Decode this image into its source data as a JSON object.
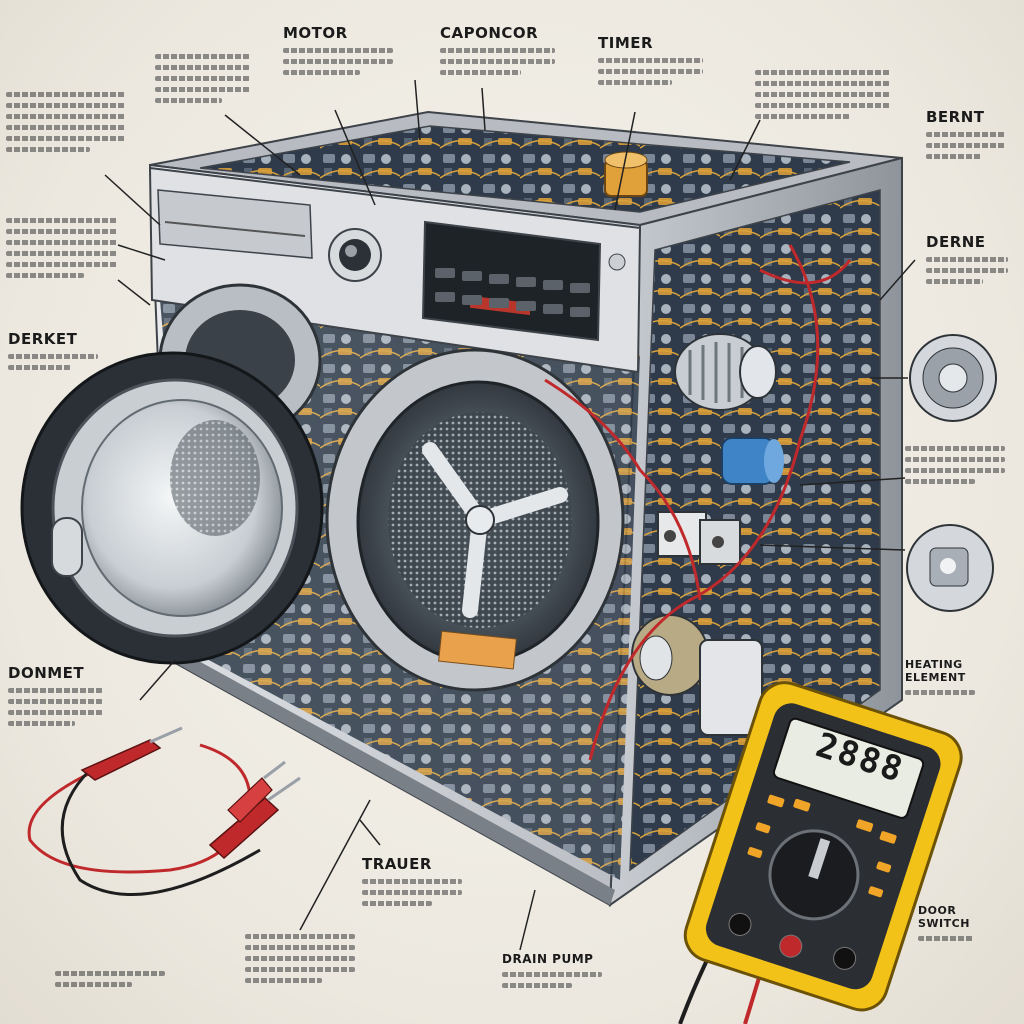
{
  "labels": {
    "motor": "MOTOR",
    "capacitor": "CAPONCOR",
    "timer": "TIMER",
    "bernt": "BERNT",
    "derne": "DERNE",
    "derket": "DERKET",
    "donmet": "DONMET",
    "trauer": "TRAUER",
    "drain_pump": "DRAIN PUMP",
    "heating_element": "HEATING ELEMENT",
    "door_switch": "DOOR SWITCH"
  },
  "multimeter": {
    "display": "2888"
  },
  "colors": {
    "machine": "#d9dbde",
    "machine_dark": "#8c9198",
    "wire_red": "#c0292b",
    "multimeter_body": "#f2c218",
    "display_bg": "#e8ece2"
  }
}
